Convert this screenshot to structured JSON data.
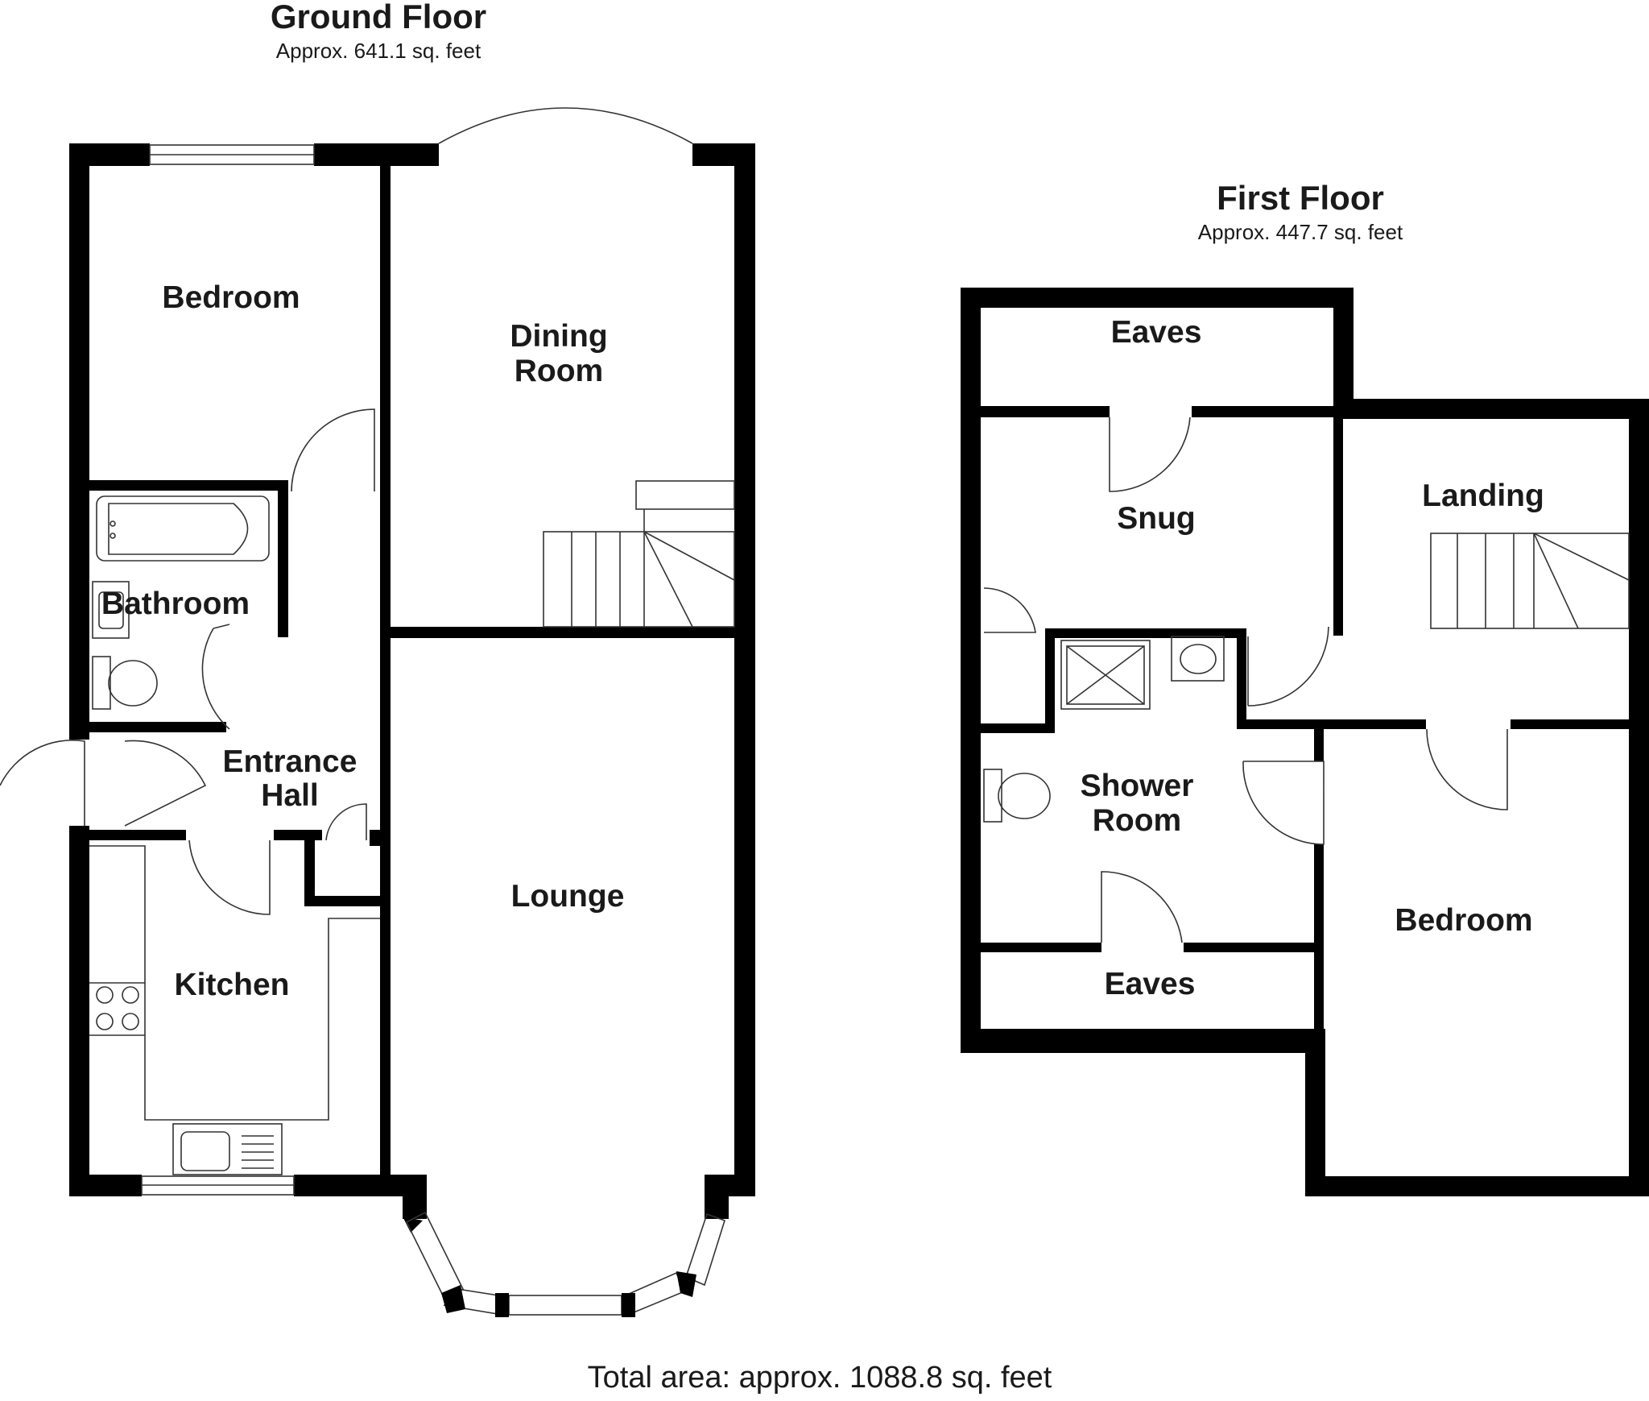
{
  "ground_floor": {
    "title": "Ground Floor",
    "area": "Approx. 641.1 sq. feet",
    "rooms": {
      "bedroom": "Bedroom",
      "dining_line1": "Dining",
      "dining_line2": "Room",
      "bathroom": "Bathroom",
      "entrance_line1": "Entrance",
      "entrance_line2": "Hall",
      "kitchen": "Kitchen",
      "lounge": "Lounge"
    }
  },
  "first_floor": {
    "title": "First Floor",
    "area": "Approx. 447.7 sq. feet",
    "rooms": {
      "eaves_top": "Eaves",
      "snug": "Snug",
      "landing": "Landing",
      "shower_line1": "Shower",
      "shower_line2": "Room",
      "eaves_bottom": "Eaves",
      "bedroom": "Bedroom"
    }
  },
  "total_area": "Total area: approx. 1088.8 sq. feet"
}
